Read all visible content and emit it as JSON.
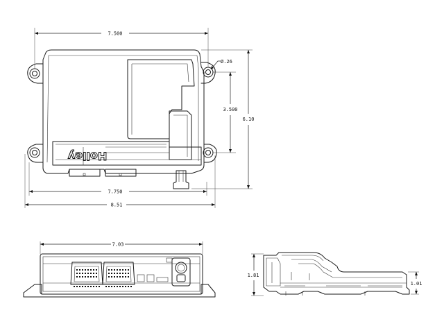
{
  "diagram": {
    "brand_logo": "Holley",
    "top_view": {
      "dims": {
        "overall_width": "7.500",
        "hole_diameter": "Ø.26",
        "hole_spacing": "3.500",
        "overall_height": "6.10",
        "mount_span": "7.750",
        "total_length": "8.51"
      }
    },
    "front_view": {
      "dims": {
        "width": "7.03"
      }
    },
    "side_view": {
      "dims": {
        "height": "1.81",
        "base_height": "1.01"
      }
    }
  },
  "colors": {
    "line": "#1a1a1a",
    "background": "#ffffff"
  }
}
